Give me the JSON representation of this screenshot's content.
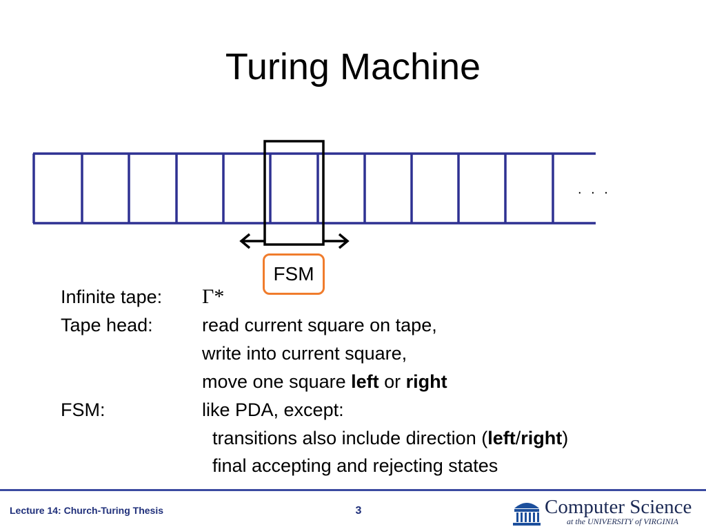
{
  "slide": {
    "title": "Turing Machine",
    "ellipsis": ". . .",
    "fsm_label": "FSM"
  },
  "rows": [
    {
      "label": "Infinite tape:",
      "value": "Γ*"
    },
    {
      "label": "Tape head:",
      "value": "read current square on tape,"
    },
    {
      "label": "",
      "value": "write into current square,"
    },
    {
      "label": "",
      "value_parts": [
        "move one square ",
        "left",
        " or ",
        "right"
      ]
    },
    {
      "label": "FSM:",
      "value": "like PDA, except:"
    },
    {
      "label": "",
      "value_parts": [
        "transitions also include direction (",
        "left",
        "/",
        "right",
        ")"
      ]
    },
    {
      "label": "",
      "value": "final accepting and rejecting states"
    }
  ],
  "footer": {
    "lecture": "Lecture 14: Church-Turing Thesis",
    "page": "3",
    "logo_name": "Computer Science",
    "logo_sub": "at the UNIVERSITY of VIRGINIA"
  },
  "colors": {
    "tape": "#2e3192",
    "fsm_border": "#f07c2c",
    "footer_text": "#1f2f7a"
  }
}
